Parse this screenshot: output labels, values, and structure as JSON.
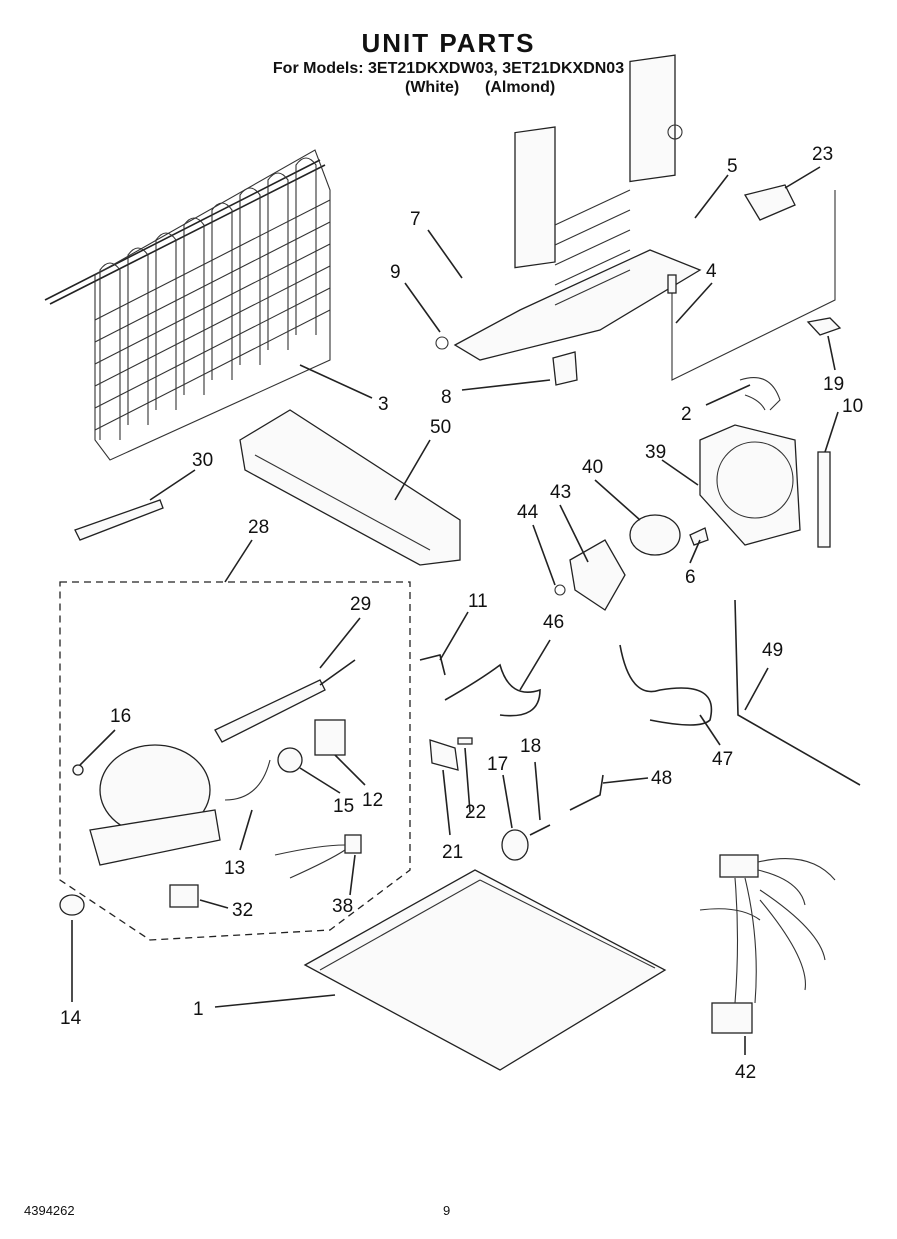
{
  "header": {
    "title": "UNIT PARTS",
    "models": "For Models: 3ET21DKXDW03, 3ET21DKXDN03",
    "variant_white": "(White)",
    "variant_almond": "(Almond)"
  },
  "footer": {
    "doc_number": "4394262",
    "page_number": "9"
  },
  "callouts": [
    "23",
    "5",
    "7",
    "9",
    "4",
    "19",
    "10",
    "3",
    "8",
    "2",
    "50",
    "39",
    "30",
    "40",
    "43",
    "44",
    "6",
    "28",
    "29",
    "11",
    "46",
    "49",
    "16",
    "12",
    "15",
    "13",
    "47",
    "17",
    "18",
    "48",
    "22",
    "21",
    "32",
    "38",
    "14",
    "1",
    "42"
  ]
}
